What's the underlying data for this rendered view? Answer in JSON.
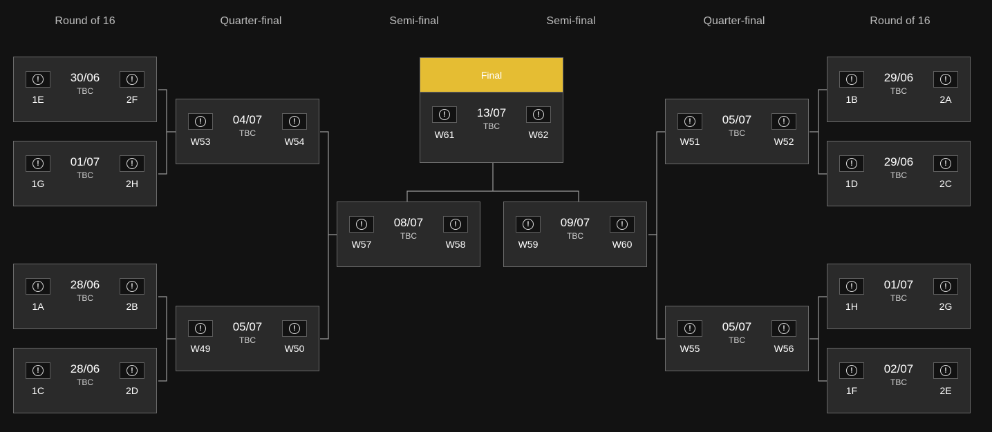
{
  "rounds": {
    "r16_left": "Round of 16",
    "qf_left": "Quarter-final",
    "sf_left": "Semi-final",
    "sf_right": "Semi-final",
    "qf_right": "Quarter-final",
    "r16_right": "Round of 16"
  },
  "icon": "alert-circle-icon",
  "colors": {
    "background": "#121212",
    "card": "#2a2a2a",
    "final_header": "#e5bd33",
    "line": "#9a9a9a"
  },
  "matches": {
    "r16_l1": {
      "date": "30/06",
      "time": "TBC",
      "home": "1E",
      "away": "2F"
    },
    "r16_l2": {
      "date": "01/07",
      "time": "TBC",
      "home": "1G",
      "away": "2H"
    },
    "r16_l3": {
      "date": "28/06",
      "time": "TBC",
      "home": "1A",
      "away": "2B"
    },
    "r16_l4": {
      "date": "28/06",
      "time": "TBC",
      "home": "1C",
      "away": "2D"
    },
    "qf_l1": {
      "date": "04/07",
      "time": "TBC",
      "home": "W53",
      "away": "W54"
    },
    "qf_l2": {
      "date": "05/07",
      "time": "TBC",
      "home": "W49",
      "away": "W50"
    },
    "sf_l": {
      "date": "08/07",
      "time": "TBC",
      "home": "W57",
      "away": "W58"
    },
    "final": {
      "label": "Final",
      "date": "13/07",
      "time": "TBC",
      "home": "W61",
      "away": "W62"
    },
    "sf_r": {
      "date": "09/07",
      "time": "TBC",
      "home": "W59",
      "away": "W60"
    },
    "qf_r1": {
      "date": "05/07",
      "time": "TBC",
      "home": "W51",
      "away": "W52"
    },
    "qf_r2": {
      "date": "05/07",
      "time": "TBC",
      "home": "W55",
      "away": "W56"
    },
    "r16_r1": {
      "date": "29/06",
      "time": "TBC",
      "home": "1B",
      "away": "2A"
    },
    "r16_r2": {
      "date": "29/06",
      "time": "TBC",
      "home": "1D",
      "away": "2C"
    },
    "r16_r3": {
      "date": "01/07",
      "time": "TBC",
      "home": "1H",
      "away": "2G"
    },
    "r16_r4": {
      "date": "02/07",
      "time": "TBC",
      "home": "1F",
      "away": "2E"
    }
  }
}
